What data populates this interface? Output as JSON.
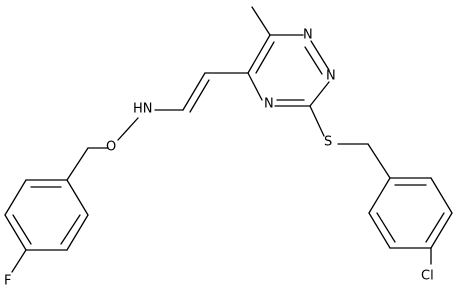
{
  "molecule": {
    "atoms": {
      "N1": "N",
      "N2": "N",
      "N3": "N",
      "S": "S",
      "NH": "HN",
      "O": "O",
      "F": "F",
      "Cl": "Cl"
    }
  },
  "colors": {
    "bond": "#000000",
    "label": "#000000",
    "background": "#ffffff"
  }
}
